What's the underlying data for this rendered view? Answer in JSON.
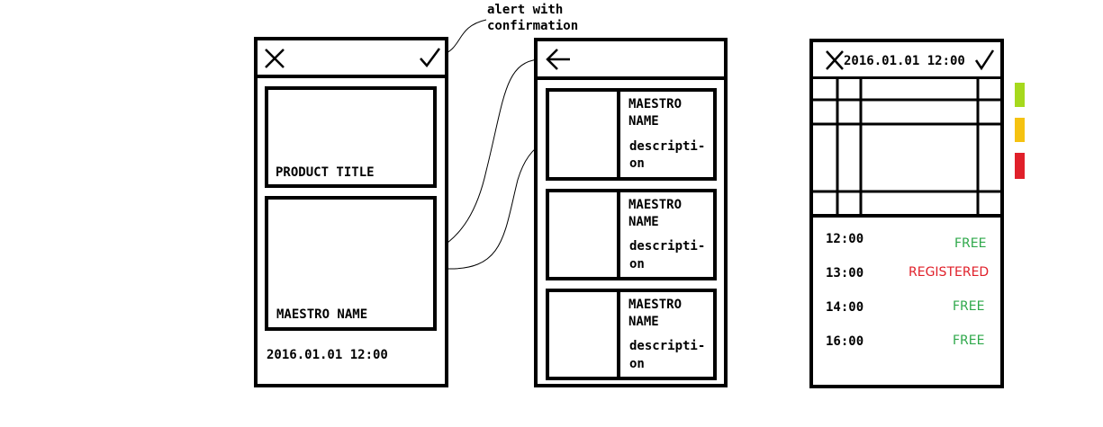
{
  "annotation": {
    "line1": "alert with",
    "line2": "confirmation"
  },
  "screen1": {
    "close_icon": "close-icon",
    "confirm_icon": "check-icon",
    "product_title": "PRODUCT TITLE",
    "maestro_name": "MAESTRO NAME",
    "datetime": "2016.01.01 12:00"
  },
  "screen2": {
    "back_icon": "back-arrow-icon",
    "items": [
      {
        "name_line1": "MAESTRO",
        "name_line2": "NAME",
        "desc_line1": "descripti-",
        "desc_line2": "on"
      },
      {
        "name_line1": "MAESTRO",
        "name_line2": "NAME",
        "desc_line1": "descripti-",
        "desc_line2": "on"
      },
      {
        "name_line1": "MAESTRO",
        "name_line2": "NAME",
        "desc_line1": "descripti-",
        "desc_line2": "on"
      }
    ]
  },
  "screen3": {
    "close_icon": "close-icon",
    "confirm_icon": "check-icon",
    "header_datetime": "2016.01.01 12:00",
    "slots": [
      {
        "time": "12:00",
        "status": "FREE"
      },
      {
        "time": "13:00",
        "status": "REGISTERED"
      },
      {
        "time": "14:00",
        "status": "FREE"
      },
      {
        "time": "16:00",
        "status": "FREE"
      }
    ]
  },
  "legend": {
    "colors": [
      "#a6d91d",
      "#f5c211",
      "#e0202a"
    ]
  },
  "colors": {
    "free": "#2ea84a",
    "registered": "#e0202a"
  }
}
